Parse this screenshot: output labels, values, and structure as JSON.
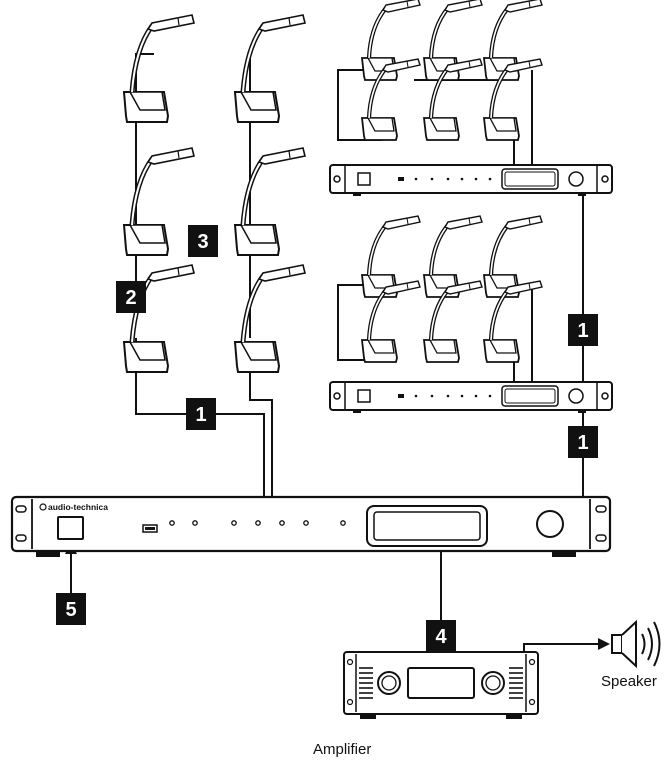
{
  "labels": {
    "speaker": "Speaker",
    "amplifier": "Amplifier",
    "brand": "audio-technica"
  },
  "badges": {
    "b1a": "1",
    "b1b": "1",
    "b1c": "1",
    "b2": "2",
    "b3": "3",
    "b4": "4",
    "b5": "5"
  },
  "colors": {
    "line": "#111111",
    "badge": "#111111",
    "badge_text": "#ffffff"
  },
  "icons": [
    "gooseneck-microphone-icon",
    "speaker-icon"
  ]
}
